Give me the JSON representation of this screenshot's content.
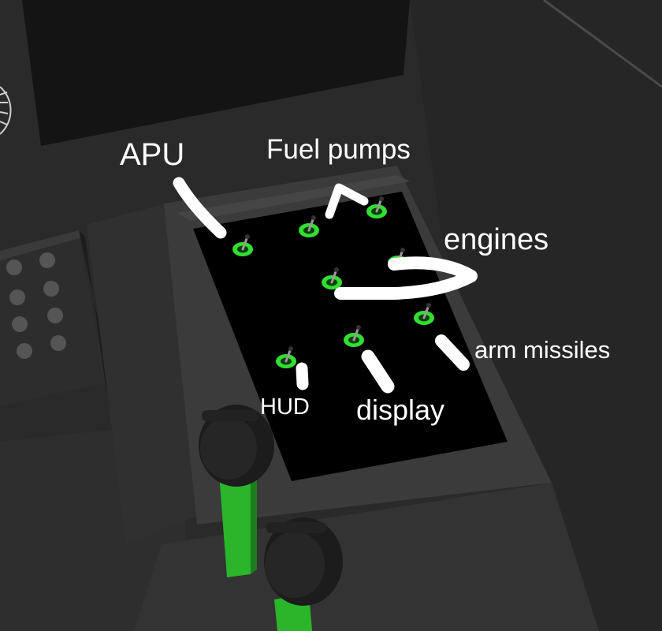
{
  "labels": {
    "apu": "APU",
    "fuel_pumps": "Fuel pumps",
    "engines": "engines",
    "arm_missiles": "arm missiles",
    "hud": "HUD",
    "display": "display"
  },
  "colors": {
    "switch_green": "#33dd33",
    "panel_black": "#000000",
    "cockpit_gray": "#2a2a2a",
    "throttle_green": "#2bb52b",
    "annotation_white": "#ffffff"
  }
}
